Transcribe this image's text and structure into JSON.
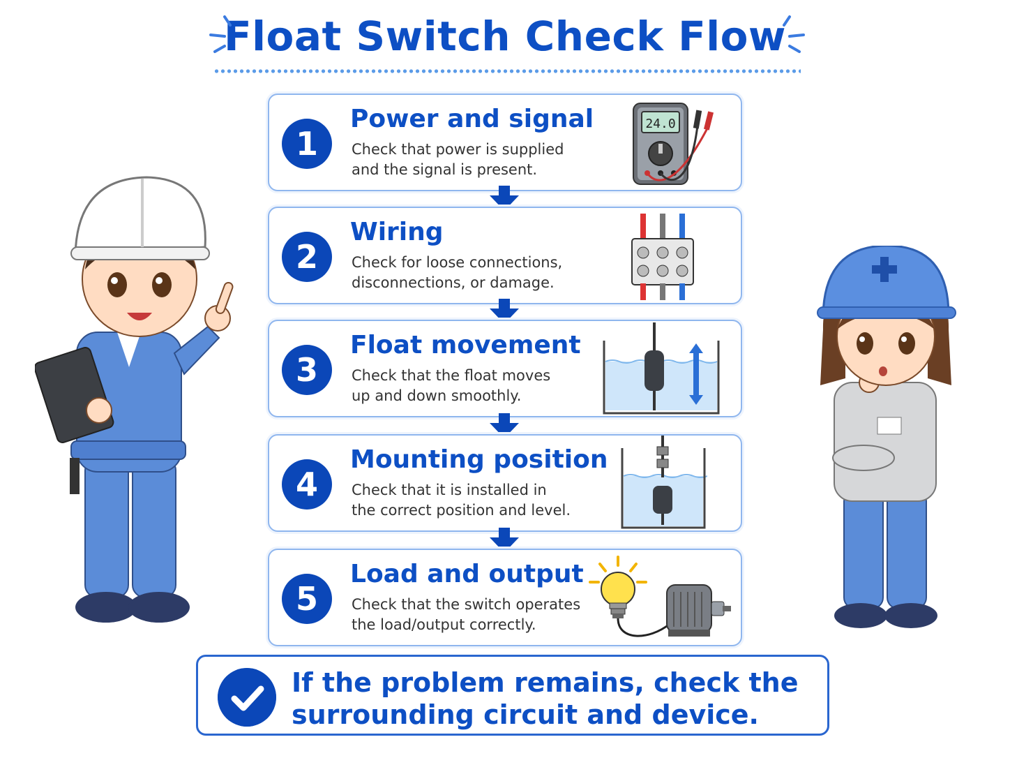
{
  "title": "Float Switch Check Flow",
  "steps": [
    {
      "number": "1",
      "title": "Power and signal",
      "desc_line1": "Check that power is supplied",
      "desc_line2": "and the signal is present.",
      "illustration": "multimeter-icon",
      "display_value": "24.0"
    },
    {
      "number": "2",
      "title": "Wiring",
      "desc_line1": "Check for loose connections,",
      "desc_line2": "disconnections, or damage.",
      "illustration": "terminal-block-icon"
    },
    {
      "number": "3",
      "title": "Float movement",
      "desc_line1": "Check that the float moves",
      "desc_line2": "up and down smoothly.",
      "illustration": "float-tank-arrow-icon"
    },
    {
      "number": "4",
      "title": "Mounting position",
      "desc_line1": "Check that it is installed in",
      "desc_line2": "the correct position and level.",
      "illustration": "mounted-float-tank-icon"
    },
    {
      "number": "5",
      "title": "Load and output",
      "desc_line1": "Check that the switch operates",
      "desc_line2": "the load/output correctly.",
      "illustration": "bulb-motor-icon"
    }
  ],
  "final": {
    "line1": "If the problem remains, check the",
    "line2": "surrounding circuit and device.",
    "icon": "checkmark-icon"
  },
  "characters": [
    {
      "name": "male-technician-with-clipboard",
      "helmet_color": "#ffffff"
    },
    {
      "name": "female-technician-thinking",
      "helmet_color": "#5b8fe0"
    }
  ],
  "colors": {
    "accent": "#0d4fc4",
    "circle": "#0b47b8",
    "border": "#8fb6ee",
    "uniform": "#5b8cd8"
  }
}
